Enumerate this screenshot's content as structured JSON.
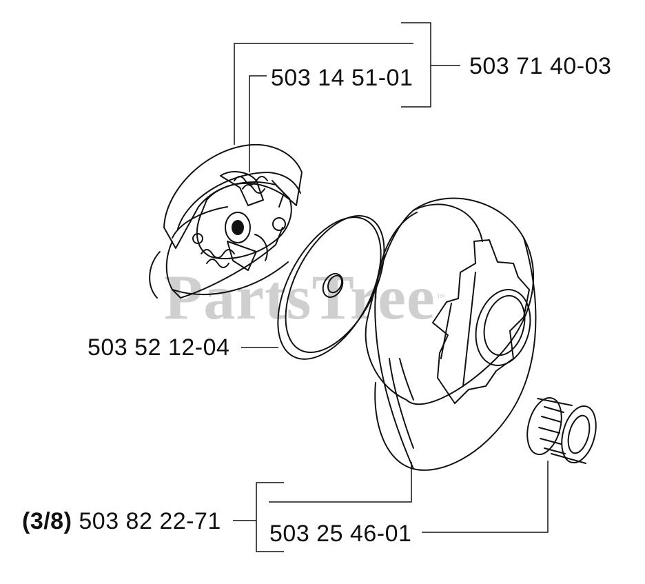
{
  "watermark": {
    "text": "PartsTree",
    "trademark": "™"
  },
  "callouts": {
    "clutch_assembly": "503 71 40-03",
    "clutch_spring": "503 14 51-01",
    "washer": "503 52 12-04",
    "drum_prefix": "(3/8)",
    "drum_assembly": "503 82 22-71",
    "bearing": "503 25 46-01"
  }
}
